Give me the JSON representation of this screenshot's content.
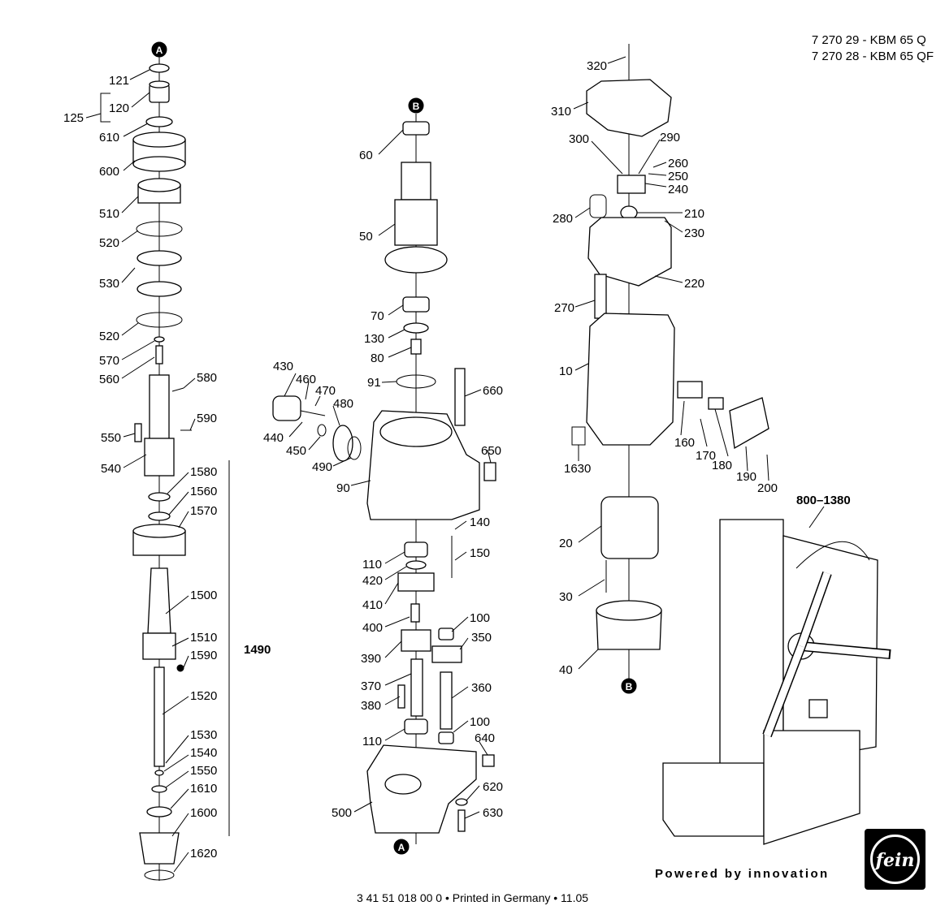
{
  "header": {
    "line1": "7 270 29 - KBM 65 Q",
    "line2": "7 270 28 - KBM 65 QF"
  },
  "markers": [
    "A",
    "B"
  ],
  "callouts": {
    "c121": "121",
    "c125": "125",
    "c120": "120",
    "c610": "610",
    "c600": "600",
    "c510": "510",
    "c520a": "520",
    "c530": "530",
    "c520b": "520",
    "c570": "570",
    "c560": "560",
    "c580": "580",
    "c590": "590",
    "c550": "550",
    "c540": "540",
    "c1580": "1580",
    "c1560": "1560",
    "c1570": "1570",
    "c1500": "1500",
    "c1510": "1510",
    "c1590": "1590",
    "c1490": "1490",
    "c1520": "1520",
    "c1530": "1530",
    "c1540": "1540",
    "c1550": "1550",
    "c1610": "1610",
    "c1600": "1600",
    "c1620": "1620",
    "c60": "60",
    "c50": "50",
    "c70": "70",
    "c130": "130",
    "c80": "80",
    "c91": "91",
    "c660": "660",
    "c430": "430",
    "c460": "460",
    "c470": "470",
    "c480": "480",
    "c440": "440",
    "c450": "450",
    "c490": "490",
    "c90": "90",
    "c650": "650",
    "c140": "140",
    "c150": "150",
    "c110a": "110",
    "c420": "420",
    "c410": "410",
    "c400": "400",
    "c100a": "100",
    "c350": "350",
    "c390": "390",
    "c370": "370",
    "c360": "360",
    "c380": "380",
    "c100b": "100",
    "c110b": "110",
    "c640": "640",
    "c620": "620",
    "c500": "500",
    "c630": "630",
    "c320": "320",
    "c310": "310",
    "c300": "300",
    "c290": "290",
    "c260": "260",
    "c250": "250",
    "c240": "240",
    "c210": "210",
    "c280": "280",
    "c230": "230",
    "c220": "220",
    "c270": "270",
    "c10": "10",
    "c160": "160",
    "c170": "170",
    "c180": "180",
    "c190": "190",
    "c200": "200",
    "c1630": "1630",
    "c800": "800–1380",
    "c20": "20",
    "c30": "30",
    "c40": "40"
  },
  "slogan": "Powered by innovation",
  "footer": "3 41 51 018 00 0 • Printed in Germany • 11.05",
  "logo_text": "fein"
}
